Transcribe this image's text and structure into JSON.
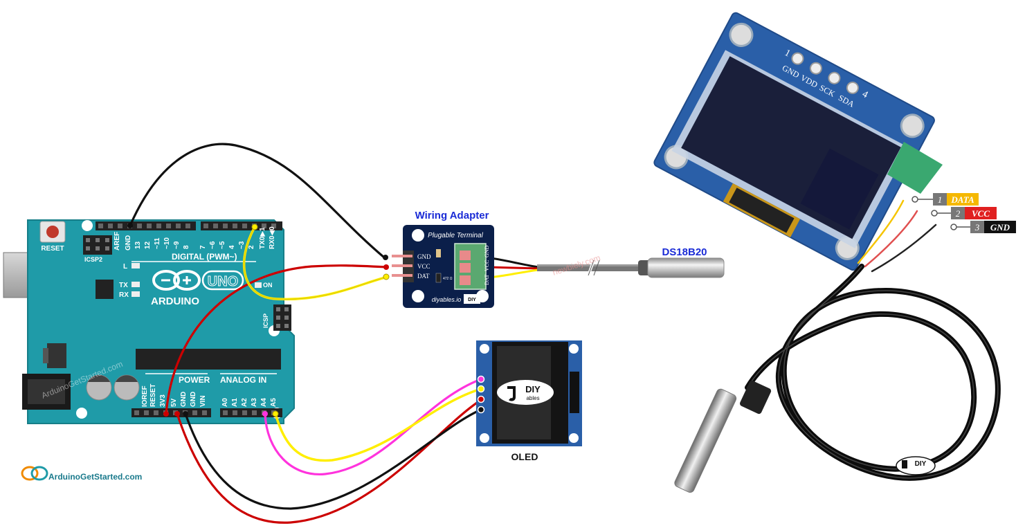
{
  "labels": {
    "wiring_adapter": "Wiring Adapter",
    "plugable_terminal": "Plugable Terminal",
    "adapter_pins": [
      "GND",
      "VCC",
      "DAT"
    ],
    "terminal_pins": [
      "GND",
      "VCC",
      "DAT"
    ],
    "resistor": "472 Ω",
    "diyables_io": "diyables.io",
    "ds18b20": "DS18B20",
    "watermark": "newbiely.com",
    "oled": "OLED",
    "arduino_site": "ArduinoGetStarted.com",
    "arduino_watermark": "ArduinoGetStarted.com"
  },
  "arduino": {
    "reset": "RESET",
    "icsp2": "ICSP2",
    "icsp": "ICSP",
    "aref": "AREF",
    "gnd_top": "GND",
    "digital_pins": [
      "13",
      "12",
      "~11",
      "~10",
      "~9",
      "8",
      "7",
      "~6",
      "~5",
      "4",
      "~3",
      "2",
      "TX0▶1",
      "RX0◀0"
    ],
    "digital_header": "DIGITAL (PWM~)",
    "l": "L",
    "tx": "TX",
    "rx": "RX",
    "on": "ON",
    "brand": "ARDUINO",
    "model": "UNO",
    "power": "POWER",
    "analog_in": "ANALOG IN",
    "power_pins": [
      "IOREF",
      "RESET",
      "3V3",
      "5V",
      "GND",
      "GND",
      "VIN"
    ],
    "analog_pins": [
      "A0",
      "A1",
      "A2",
      "A3",
      "A4",
      "A5"
    ]
  },
  "oled_module": {
    "pins": [
      "GND",
      "VDD",
      "SCK",
      "SDA"
    ],
    "pin_1": "1",
    "pin_4": "4",
    "logo_top": "DIY",
    "logo_bottom": "ables"
  },
  "sensor_wires": [
    {
      "num": "1",
      "name": "DATA",
      "color": "#f5b800"
    },
    {
      "num": "2",
      "name": "VCC",
      "color": "#e02020"
    },
    {
      "num": "3",
      "name": "GND",
      "color": "#111111"
    }
  ],
  "colors": {
    "board": "#1f9ba8",
    "board_dark": "#167e88",
    "adapter": "#0b1f4a",
    "wire_red": "#cc0000",
    "wire_black": "#111111",
    "wire_yellow": "#ffee00",
    "wire_magenta": "#ff33dd",
    "oled_pcb": "#2a5fa8"
  }
}
